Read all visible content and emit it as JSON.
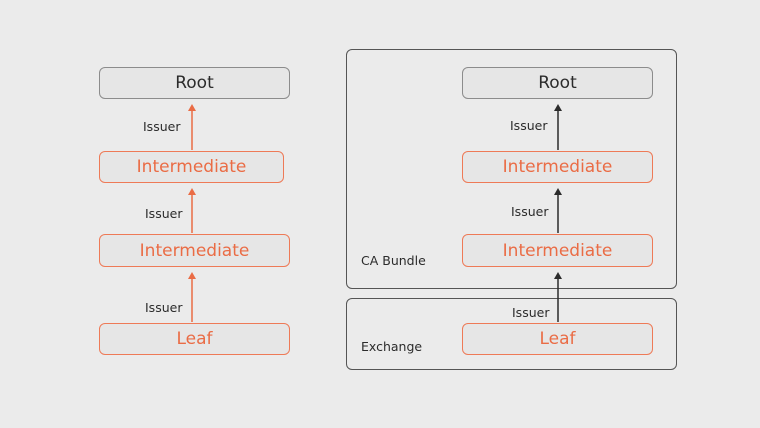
{
  "left_chain": {
    "root": "Root",
    "intermediate_upper": "Intermediate",
    "intermediate_lower": "Intermediate",
    "leaf": "Leaf",
    "issuer_1": "Issuer",
    "issuer_2": "Issuer",
    "issuer_3": "Issuer"
  },
  "right_chain": {
    "ca_bundle_label": "CA Bundle",
    "exchange_label": "Exchange",
    "root": "Root",
    "intermediate_upper": "Intermediate",
    "intermediate_lower": "Intermediate",
    "leaf": "Leaf",
    "issuer_1": "Issuer",
    "issuer_2": "Issuer",
    "issuer_3": "Issuer"
  },
  "colors": {
    "accent": "#ea6c45",
    "arrow_dark": "#2b2b2b",
    "background": "#ebebeb",
    "box_fill": "#e6e6e6"
  }
}
